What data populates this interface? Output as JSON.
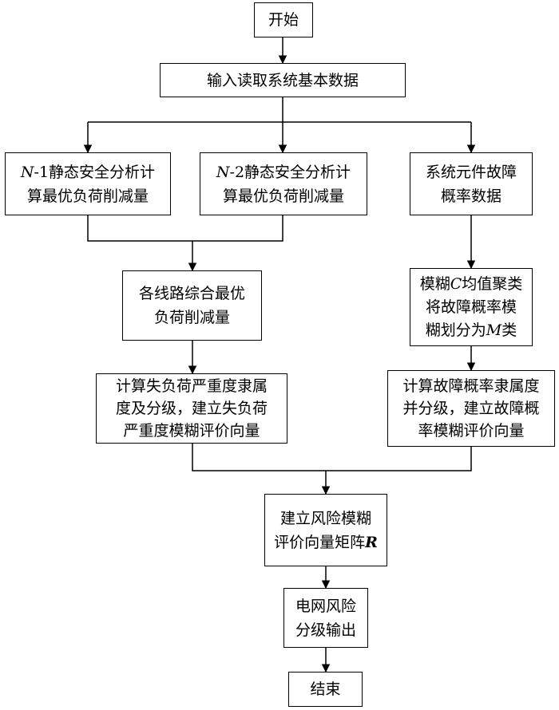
{
  "nodes": {
    "start": {
      "lines": [
        "开始"
      ]
    },
    "input": {
      "lines": [
        "输入读取系统基本数据"
      ]
    },
    "n1": {
      "line1": {
        "var": "N",
        "rest": "-1静态安全分析计"
      },
      "line2": "算最优负荷削减量"
    },
    "n2": {
      "line1": {
        "var": "N",
        "rest": "-2静态安全分析计"
      },
      "line2": "算最优负荷削减量"
    },
    "failure": {
      "lines": [
        "系统元件故障",
        "概率数据"
      ]
    },
    "combine": {
      "lines": [
        "各线路综合最优",
        "负荷削减量"
      ]
    },
    "fcm": {
      "line1": {
        "pre": "模糊",
        "var": "C",
        "post": "均值聚类"
      },
      "line2": "将故障概率模",
      "line3": {
        "pre": "糊划分为",
        "var": "M",
        "post": "类"
      }
    },
    "severity": {
      "lines": [
        "计算失负荷严重度隶属",
        "度及分级，建立失负荷",
        "严重度模糊评价向量"
      ]
    },
    "probability": {
      "lines": [
        "计算故障概率隶属度",
        "并分级，建立故障概",
        "率模糊评价向量"
      ]
    },
    "matrix": {
      "line1": "建立风险模糊",
      "line2": {
        "pre": "评价向量矩阵",
        "var": "R"
      }
    },
    "output": {
      "lines": [
        "电网风险",
        "分级输出"
      ]
    },
    "end": {
      "lines": [
        "结束"
      ]
    }
  }
}
